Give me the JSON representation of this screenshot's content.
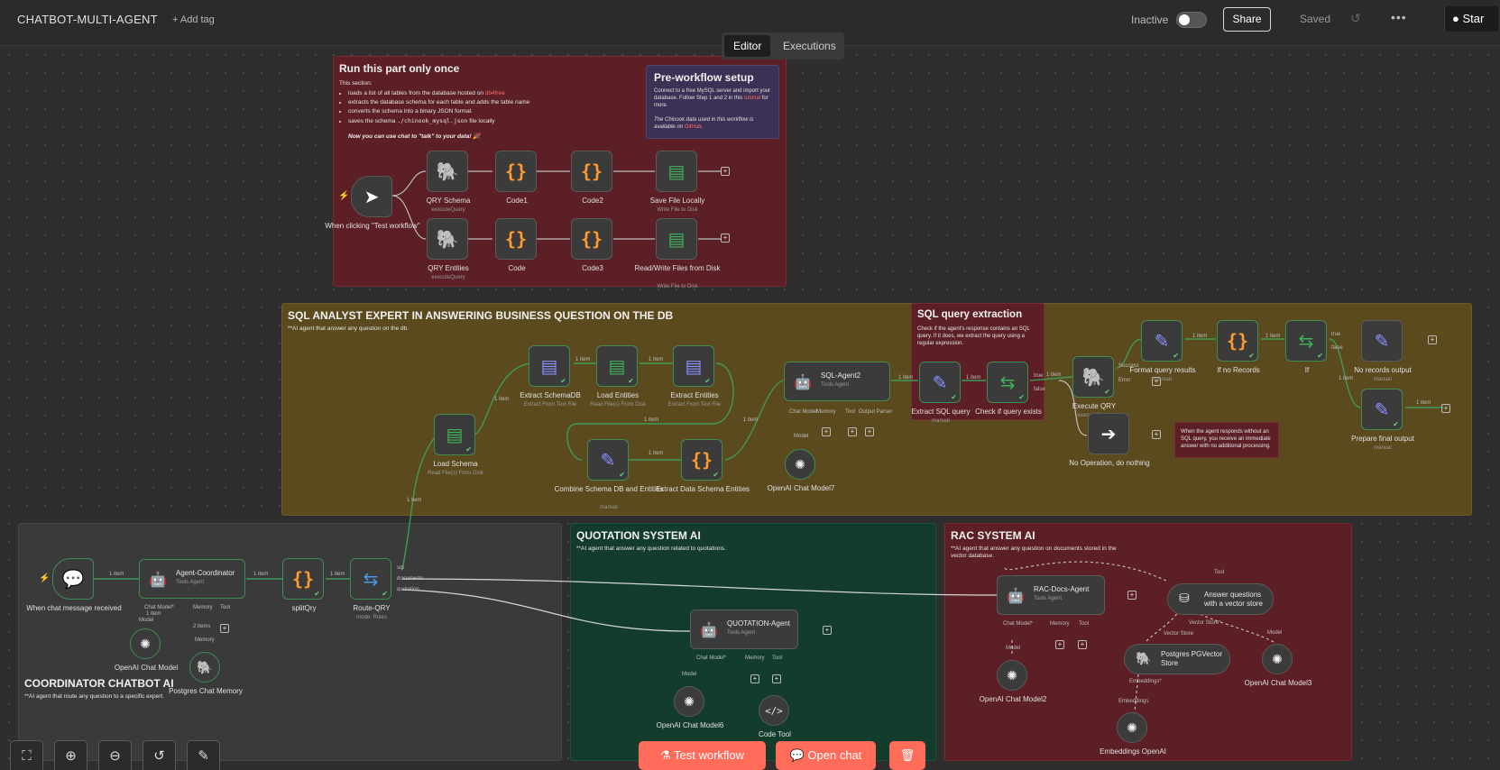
{
  "header": {
    "workflow_name": "CHATBOT-MULTI-AGENT",
    "add_tag": "+ Add tag",
    "inactive_label": "Inactive",
    "share": "Share",
    "saved": "Saved",
    "history_icon": "↺",
    "more_icon": "•••",
    "star": "Star"
  },
  "tabs": {
    "editor": "Editor",
    "executions": "Executions"
  },
  "stickies": {
    "run_once": {
      "title": "Run this part only once",
      "intro": "This section:",
      "b1_pre": "loads a list of all tables from the database hosted on ",
      "b1_link": "db4free",
      "b2": "extracts the database schema for each table and adds the table name",
      "b3": "converts the schema into a binary JSON format",
      "b4_pre": "saves the schema ",
      "b4_code": "./chinook_mysql.json",
      "b4_post": " file locally",
      "punch": "Now you can use chat to \"talk\" to your data! 🎉"
    },
    "pre_setup": {
      "title": "Pre-workflow setup",
      "p1_pre": "Connect to a free MySQL server and import your database. Follow Step 1 and 2 in this ",
      "p1_link": "tutorial",
      "p1_post": " for more.",
      "p2_pre": "The Chinook data used in this workflow is available on ",
      "p2_link": "GitHub",
      "p2_post": "."
    },
    "sql_expert": {
      "title": "SQL ANALYST EXPERT IN ANSWERING BUSINESS QUESTION ON THE DB",
      "sub": "**AI agent that answer any question on the db."
    },
    "sql_extract": {
      "title": "SQL query extraction",
      "sub": "Check if the agent's response contains an SQL query. If it does, we extract the query using a regular expression."
    },
    "noop_note": {
      "text": "When the agent responds without an SQL query, you receive an immediate answer with no additional processing."
    },
    "coordinator": {
      "title": "COORDINATOR CHATBOT AI",
      "sub": "**AI agent that route any question to a specific expert."
    },
    "quotation": {
      "title": "QUOTATION SYSTEM AI",
      "sub": "**AI agent that answer any question related to quotations."
    },
    "rac": {
      "title": "RAC SYSTEM AI",
      "sub": "**AI agent that answer any question on documents stored in the vector database."
    }
  },
  "nodes": {
    "trigger_test": "When clicking \"Test workflow\"",
    "qry_schema": "QRY Schema",
    "qry_schema_sub": "executeQuery",
    "code1": "Code1",
    "code2": "Code2",
    "save_file": "Save File Locally",
    "save_file_sub": "Write File to Disk",
    "qry_entities": "QRY Entities",
    "qry_entities_sub": "executeQuery",
    "code": "Code",
    "code3": "Code3",
    "rw_files": "Read/Write Files from Disk",
    "rw_files_sub": "Write File to Disk",
    "load_schema": "Load Schema",
    "load_schema_sub": "Read File(s) From Disk",
    "extract_schemadb": "Extract SchemaDB",
    "extract_schemadb_sub": "Extract From Text File",
    "load_entities": "Load Entities",
    "load_entities_sub": "Read File(s) From Disk",
    "extract_entities": "Extract Entities",
    "extract_entities_sub": "Extract From Text File",
    "combine": "Combine Schema DB and Entities",
    "combine_sub": "manual",
    "extract_data_schema": "Extract Data Schema Entities",
    "sql_agent2": "SQL-Agent2",
    "sql_agent2_sub": "Tools Agent",
    "openai7": "OpenAI Chat Model7",
    "extract_sql": "Extract SQL query",
    "extract_sql_sub": "manual",
    "check_query": "Check if query exists",
    "execute_qry": "Execute QRY",
    "execute_qry_sub": "executeQuery",
    "format_query": "Format query results",
    "format_query_sub": "manual",
    "if_no_records": "If no Records",
    "if": "If",
    "no_records_output": "No records output",
    "no_records_output_sub": "manual",
    "prepare_final": "Prepare final output",
    "prepare_final_sub": "manual",
    "no_operation": "No Operation, do nothing",
    "chat_trigger": "When chat message received",
    "agent_coord": "Agent-Coordinator",
    "agent_coord_sub": "Tools Agent",
    "split_qry": "splitQry",
    "route_qry": "Route-QRY",
    "route_qry_sub": "mode: Rules",
    "openai_coord": "OpenAI Chat Model",
    "pg_memory": "Postgres Chat Memory",
    "quotation_agent": "QUOTATION-Agent",
    "quotation_agent_sub": "Tools Agent",
    "openai6": "OpenAI Chat Model6",
    "code_tool": "Code Tool",
    "rac_agent": "RAC-Docs-Agent",
    "rac_agent_sub": "Tools Agent",
    "answer_vs": "Answer questions with a vector store",
    "pg_vector": "Postgres PGVector Store",
    "openai2": "OpenAI Chat Model2",
    "openai3": "OpenAI Chat Model3",
    "embeddings": "Embeddings OpenAI"
  },
  "edge_labels": {
    "one_item": "1 item",
    "two_items": "2 items",
    "true": "true",
    "false": "false",
    "success": "Success",
    "error": "Error",
    "sql": "sql",
    "documents": "documents",
    "quotation": "quotation",
    "chat_model": "Chat Model*",
    "chat_model_short": "Chat Model",
    "memory": "Memory",
    "tool": "Tool",
    "output_parser": "Output Parser",
    "model": "Model",
    "vector_store": "Vector Store*",
    "vector_store_short": "Vector Store",
    "embeddings": "Embeddings*",
    "embeddings_short": "Embeddings"
  },
  "bottom": {
    "test_workflow": "Test workflow",
    "open_chat": "Open chat",
    "fit_icon": "⛶",
    "zoom_in_icon": "⊕",
    "zoom_out_icon": "⊖",
    "reset_icon": "↺",
    "clean_icon": "✎"
  },
  "colors": {
    "accent": "#ff6d5a",
    "success": "#3f8b53",
    "sticky_red": "#5b1f25",
    "sticky_yellow": "#5a4a1e",
    "sticky_green": "#143c2c",
    "sticky_gray": "#3a3a3a",
    "sticky_purple": "#3c3155"
  }
}
